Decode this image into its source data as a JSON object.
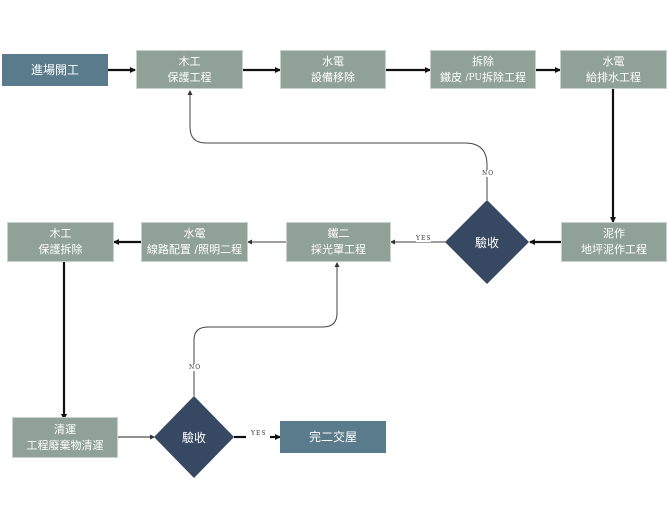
{
  "diagram": {
    "type": "flowchart",
    "colors": {
      "process_box": "#8fa198",
      "terminal_box": "#5a7b8c",
      "decision": "#374862",
      "arrow": "#111111"
    },
    "nodes": {
      "start": {
        "lines": [
          "進場開工"
        ]
      },
      "carpentry_protect": {
        "lines": [
          "木工",
          "保護工程"
        ]
      },
      "plumbing_relocate": {
        "lines": [
          "水電",
          "設備移除"
        ]
      },
      "demolition": {
        "line1": "拆除",
        "line2a": "鐵皮",
        "line2b": "/PU",
        "line2c": "拆除工程"
      },
      "plumbing_water": {
        "lines": [
          "水電",
          "給排水工程"
        ]
      },
      "masonry": {
        "lines": [
          "泥作",
          "地坪泥作工程"
        ]
      },
      "inspection_1": {
        "label": "驗收"
      },
      "iron_skylight": {
        "lines": [
          "鐵二",
          "採光罩工程"
        ]
      },
      "plumbing_wiring": {
        "lines": [
          "水電",
          "線路配置 /照明二程"
        ]
      },
      "carpentry_remove": {
        "lines": [
          "木工",
          "保護拆除"
        ]
      },
      "cleanup": {
        "lines": [
          "清運",
          "工程廢棄物清運"
        ]
      },
      "inspection_2": {
        "label": "驗收"
      },
      "finish": {
        "lines": [
          "完二交屋"
        ]
      }
    },
    "edge_labels": {
      "yes_1": "YES",
      "no_1": "NO",
      "no_2": "NO",
      "yes_2": "YES"
    }
  }
}
